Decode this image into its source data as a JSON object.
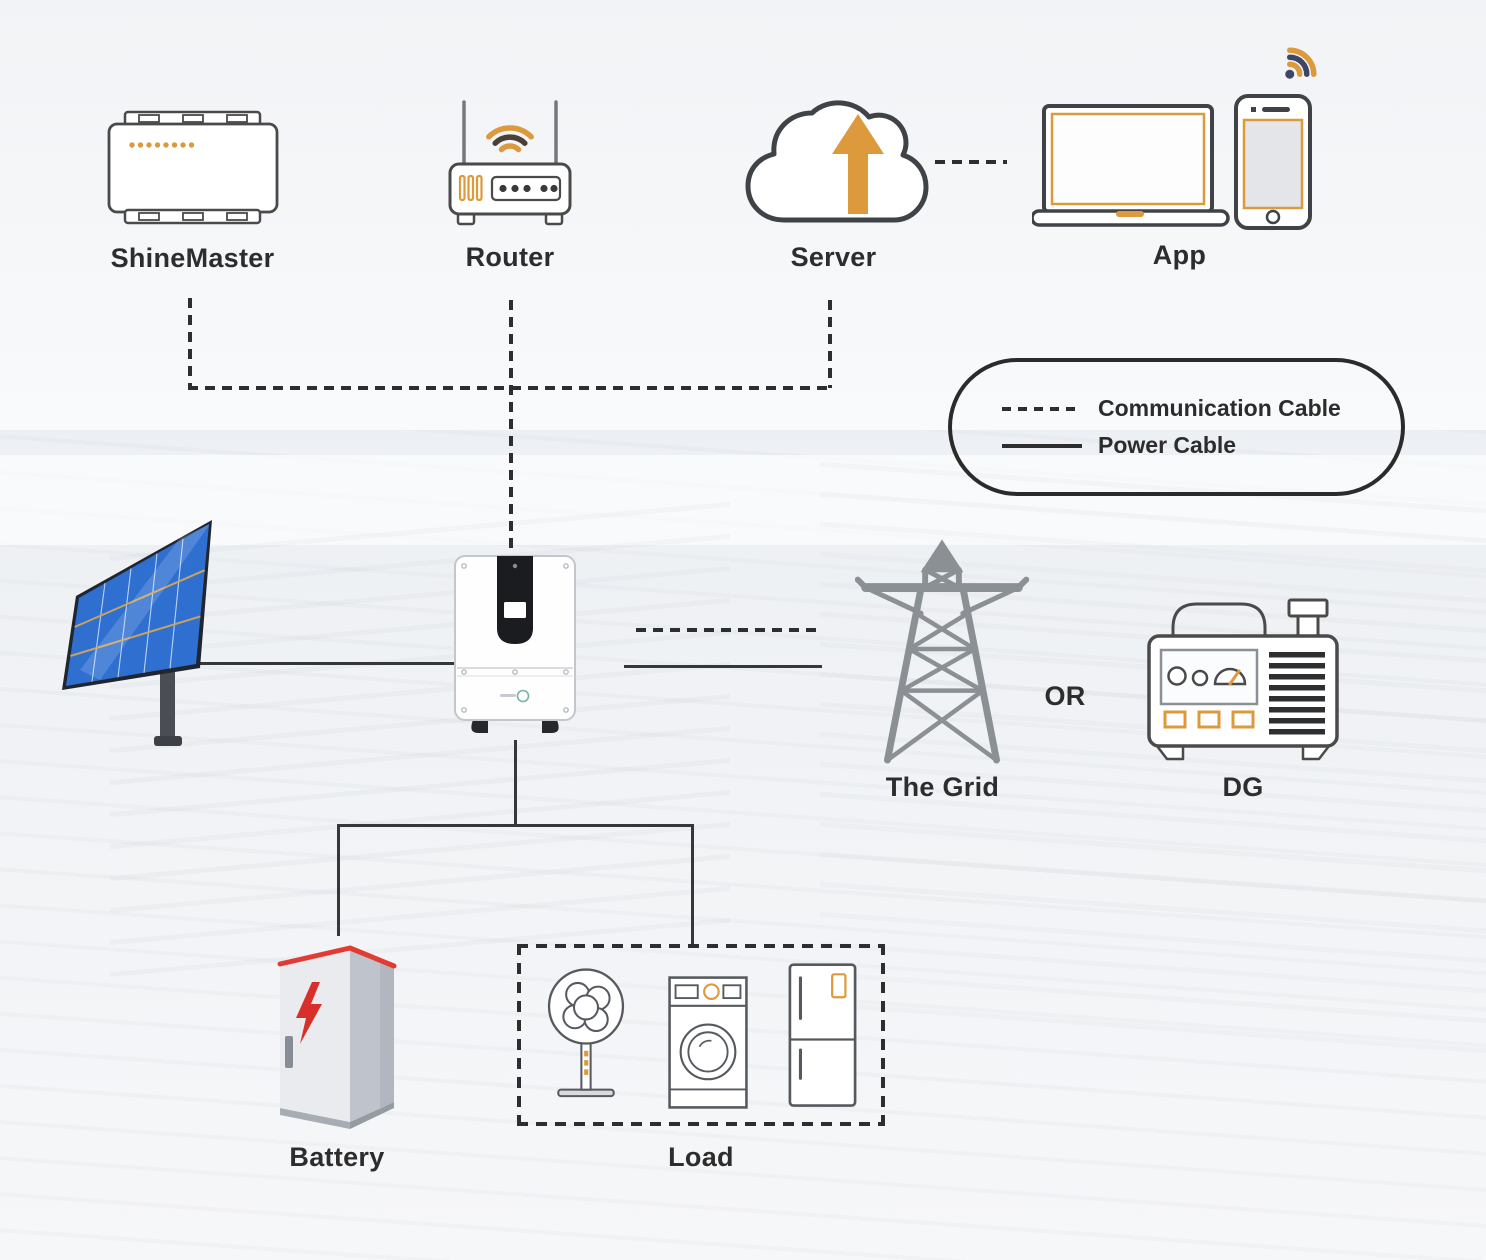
{
  "labels": {
    "shinemaster": "ShineMaster",
    "router": "Router",
    "server": "Server",
    "app": "App",
    "grid": "The Grid",
    "or": "OR",
    "dg": "DG",
    "battery": "Battery",
    "load": "Load"
  },
  "legend": {
    "communication": "Communication Cable",
    "power": "Power Cable"
  },
  "colors": {
    "accent_orange": "#DD9A3C",
    "line_dark": "#2E2E2E",
    "icon_outline": "#4A4A4A",
    "grid_gray": "#8B9094",
    "battery_red": "#E23B33",
    "panel_blue": "#2E6FD0",
    "wifi_navy": "#3E4566"
  }
}
